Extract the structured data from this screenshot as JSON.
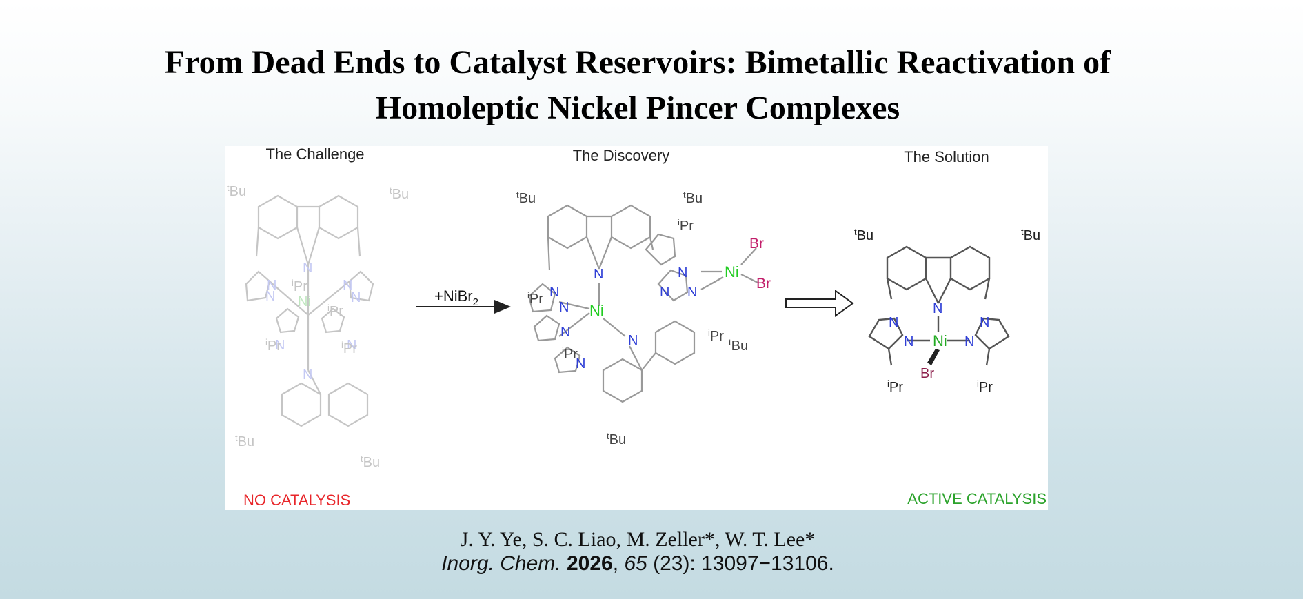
{
  "title": {
    "line1": "From Dead Ends to Catalyst Reservoirs: Bimetallic Reactivation of",
    "line2": "Homoleptic Nickel Pincer Complexes"
  },
  "figure": {
    "challenge_label": "The Challenge",
    "discovery_label": "The Discovery",
    "solution_label": "The Solution",
    "reagent": "+NiBr",
    "reagent_sub": "2",
    "no_catalysis": "NO CATALYSIS",
    "active_catalysis": "ACTIVE CATALYSIS",
    "colors": {
      "no_catalysis": "#e8262a",
      "active_catalysis": "#2ca32c",
      "ni": "#22cc22",
      "n": "#2f3fd6",
      "br": "#c21e6a"
    }
  },
  "citation": {
    "authors": "J. Y. Ye, S. C. Liao, M. Zeller*, W. T. Lee*",
    "journal": "Inorg. Chem.",
    "year": "2026",
    "volume": "65",
    "issue_pages": " (23): 13097−13106."
  }
}
